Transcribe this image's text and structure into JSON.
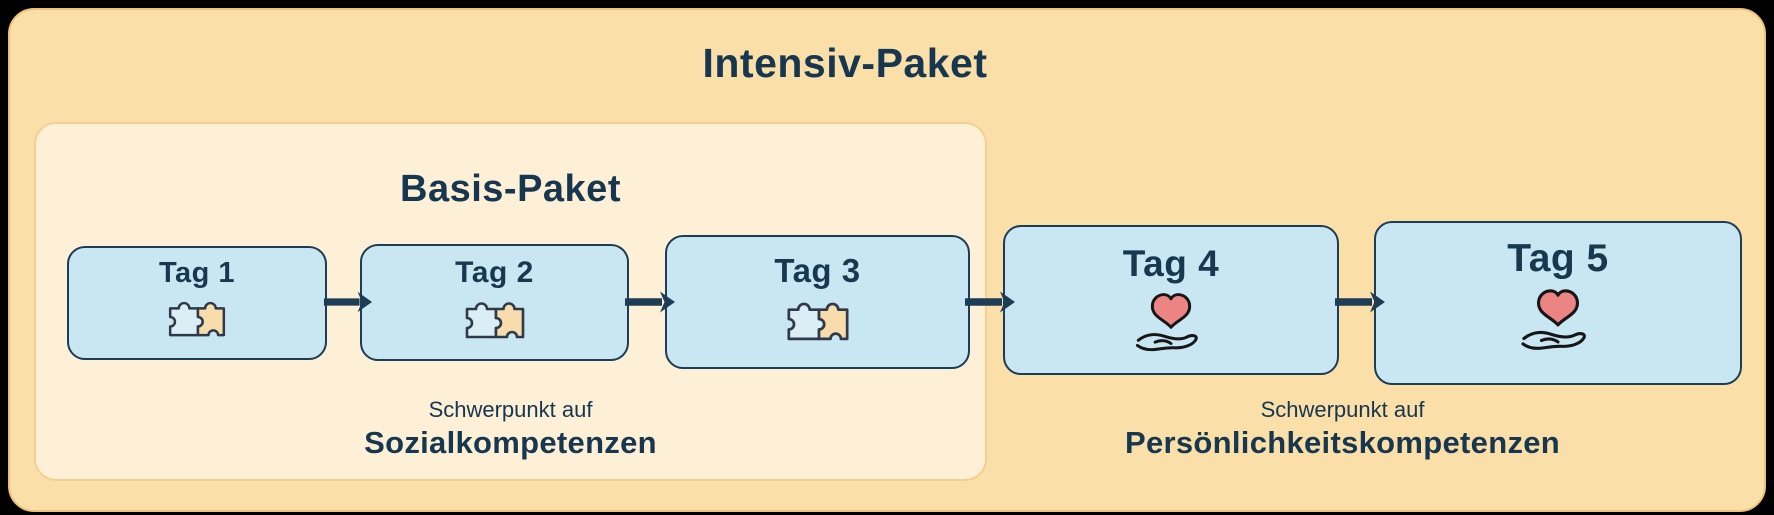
{
  "title": "Intensiv-Paket",
  "basis": {
    "title": "Basis-Paket",
    "caption": {
      "line1": "Schwerpunkt auf",
      "line2": "Sozialkompetenzen"
    }
  },
  "intensiv_caption": {
    "line1": "Schwerpunkt auf",
    "line2": "Persönlichkeitskompetenzen"
  },
  "days": [
    {
      "label": "Tag 1",
      "icon": "puzzle-icon"
    },
    {
      "label": "Tag 2",
      "icon": "puzzle-icon"
    },
    {
      "label": "Tag 3",
      "icon": "puzzle-icon"
    },
    {
      "label": "Tag 4",
      "icon": "heart-hand-icon"
    },
    {
      "label": "Tag 5",
      "icon": "heart-hand-icon"
    }
  ],
  "colors": {
    "outer_background": "#fbdfa8",
    "outer_border": "#eec379",
    "inner_background": "#fdf0d6",
    "inner_border": "#f2cf92",
    "card_background": "#c9e7f2",
    "card_border": "#1d3c55",
    "text": "#16374f",
    "arrow": "#1d3c55",
    "heart_fill": "#ec8484",
    "puzzle_left_fill": "#dbeef6",
    "puzzle_right_fill": "#f8dcab"
  }
}
